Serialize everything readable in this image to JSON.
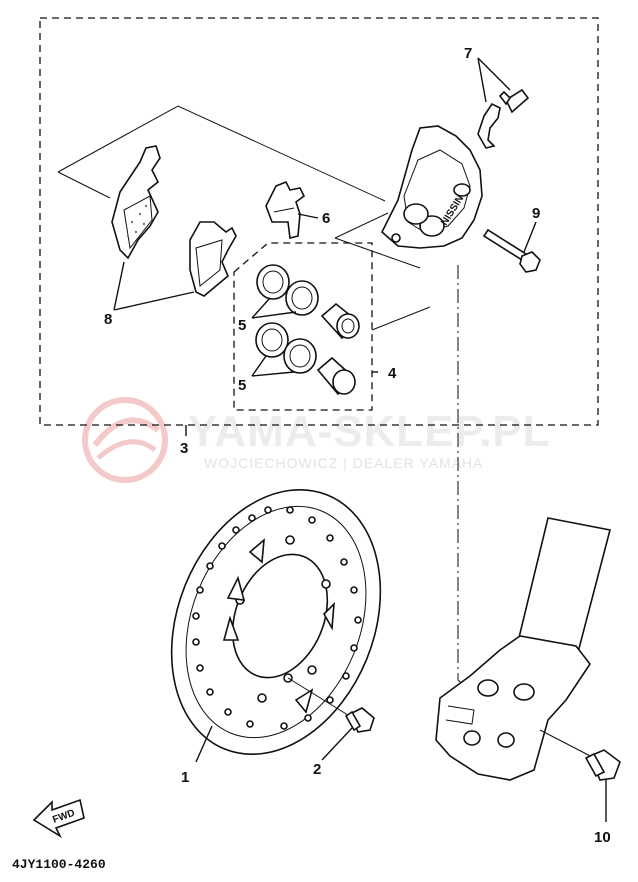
{
  "watermark": {
    "title": "YAMA-SKLEP.PL",
    "subtitle": "WOJCIECHOWICZ | DEALER YAMAHA"
  },
  "callouts": [
    {
      "id": "c1",
      "label": "1"
    },
    {
      "id": "c2",
      "label": "2"
    },
    {
      "id": "c3",
      "label": "3"
    },
    {
      "id": "c4",
      "label": "4"
    },
    {
      "id": "c5a",
      "label": "5"
    },
    {
      "id": "c5b",
      "label": "5"
    },
    {
      "id": "c6",
      "label": "6"
    },
    {
      "id": "c7",
      "label": "7"
    },
    {
      "id": "c8",
      "label": "8"
    },
    {
      "id": "c9",
      "label": "9"
    },
    {
      "id": "c10",
      "label": "10"
    }
  ],
  "fwd_label": "FWD",
  "caliper_brand": "NISSIN",
  "part_number": "4JY1100-4260",
  "colors": {
    "ink": "#111111",
    "watermark": "#ececec",
    "watermark_logo": "#f3c9c9"
  }
}
